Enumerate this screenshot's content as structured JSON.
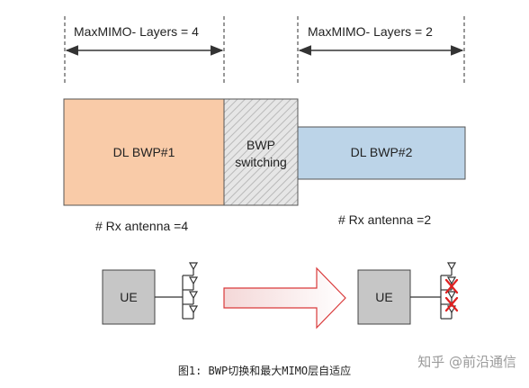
{
  "top_labels": {
    "left": "MaxMIMO- Layers = 4",
    "right": "MaxMIMO- Layers = 2"
  },
  "blocks": {
    "bwp1": "DL BWP#1",
    "switch_line1": "BWP",
    "switch_line2": "switching",
    "bwp2": "DL BWP#2"
  },
  "antenna_labels": {
    "left": "# Rx antenna =4",
    "right": "# Rx antenna =2"
  },
  "ue": {
    "left": "UE",
    "right": "UE"
  },
  "caption": "图1: BWP切换和最大MIMO层自适应",
  "watermark": "知乎 @前沿通信",
  "colors": {
    "bwp1_fill": "#f9cba8",
    "bwp2_fill": "#bcd4e8",
    "ue_fill": "#c6c6c6",
    "arrow_stroke": "#d9393a",
    "cross": "#e02020"
  }
}
